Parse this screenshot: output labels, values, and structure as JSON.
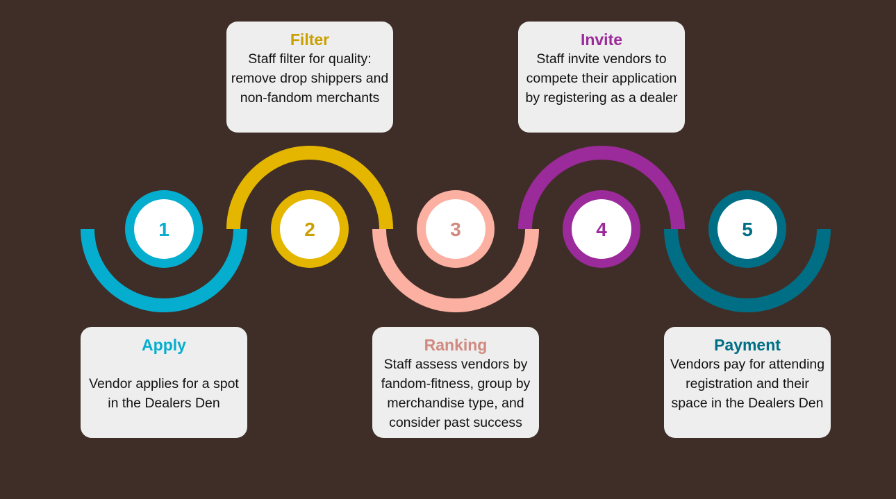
{
  "steps": [
    {
      "number": "1",
      "title": "Apply",
      "description": "Vendor applies for a spot in the Dealers Den",
      "color": "#05aecf",
      "title_color": "#05aecf"
    },
    {
      "number": "2",
      "title": "Filter",
      "description": "Staff filter for quality: remove drop shippers and non-fandom merchants",
      "color": "#e5b600",
      "title_color": "#caa000"
    },
    {
      "number": "3",
      "title": "Ranking",
      "description": "Staff assess vendors by fandom-fitness, group by merchandise type, and consider past success",
      "color": "#fbb0a2",
      "title_color": "#d08a80"
    },
    {
      "number": "4",
      "title": "Invite",
      "description": "Staff invite vendors to compete their application by registering as a dealer",
      "color": "#9b2a9a",
      "title_color": "#9b2a9a"
    },
    {
      "number": "5",
      "title": "Payment",
      "description": "Vendors pay for attending registration and their space in the Dealers Den",
      "color": "#006f86",
      "title_color": "#006f86"
    }
  ],
  "colors": {
    "background": "#3f2e27",
    "card_background": "#eeeeee",
    "inner_circle": "#ffffff"
  }
}
